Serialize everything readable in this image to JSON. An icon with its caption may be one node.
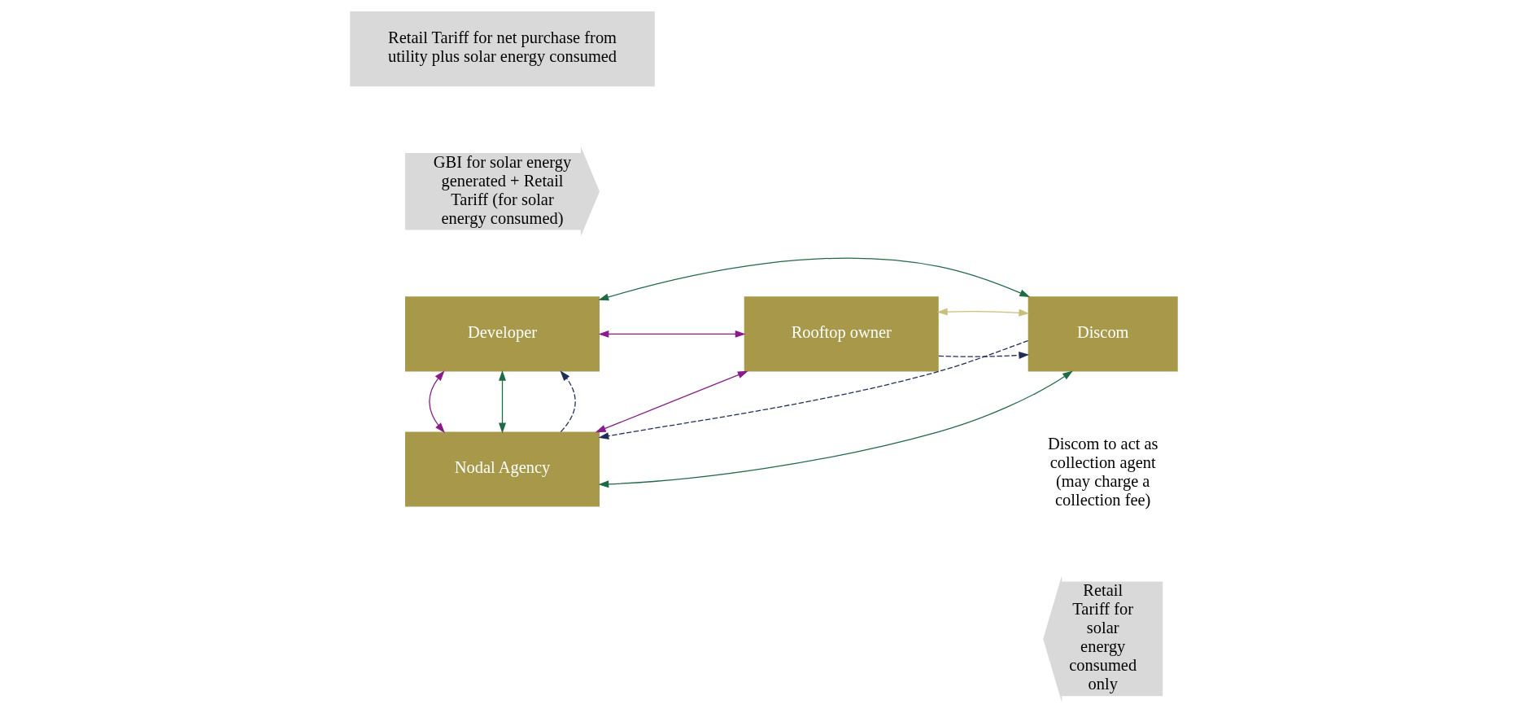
{
  "diagram": {
    "nodes": [
      {
        "text": [
          "Developer"
        ]
      },
      {
        "text": [
          "Rooftop owner"
        ]
      },
      {
        "text": [
          "Discom"
        ]
      },
      {
        "text": [
          "Nodal Agency"
        ]
      },
      {
        "text": [
          "GBI for solar energy generated + Retail Tariff (for solar energy consumed)"
        ]
      },
      {
        "text": [
          "Retail Tariff for net purchase from utility plus solar energy consumed"
        ]
      },
      {
        "text": [
          "Retail Tariff for solar energy consumed only"
        ]
      }
    ],
    "edges": [
      {
        "from": 2,
        "to": 0,
        "arrow": "both",
        "color": "#1e6b45"
      },
      {
        "from": 0,
        "to": 1,
        "arrow": "both",
        "color": "#8b1a8b"
      },
      {
        "from": 3,
        "to": 0,
        "arrow": "to",
        "style": "dashed",
        "color": "#1f2d5a"
      },
      {
        "from": 0,
        "to": 3,
        "arrow": "both",
        "color": "#1e6b45"
      },
      {
        "from": 0,
        "to": 3,
        "arrow": "both",
        "color": "#8b1a8b"
      },
      {
        "from": 1,
        "to": 3,
        "arrow": "both",
        "color": "#8b1a8b"
      },
      {
        "from": 1,
        "to": 2,
        "arrow": "to",
        "style": "dashed",
        "color": "#1f2d5a"
      },
      {
        "from": 1,
        "to": 2,
        "arrow": "both",
        "color": "#c8bf7a"
      },
      {
        "from": 2,
        "to": 3,
        "arrow": "both",
        "color": "#1e6b45"
      },
      {
        "from": 2,
        "to": 3,
        "arrow": "to",
        "style": "dashed",
        "color": "#1f2d5a"
      }
    ],
    "labels": [
      "Discom to act as collection agent (may charge a collection fee)"
    ]
  }
}
